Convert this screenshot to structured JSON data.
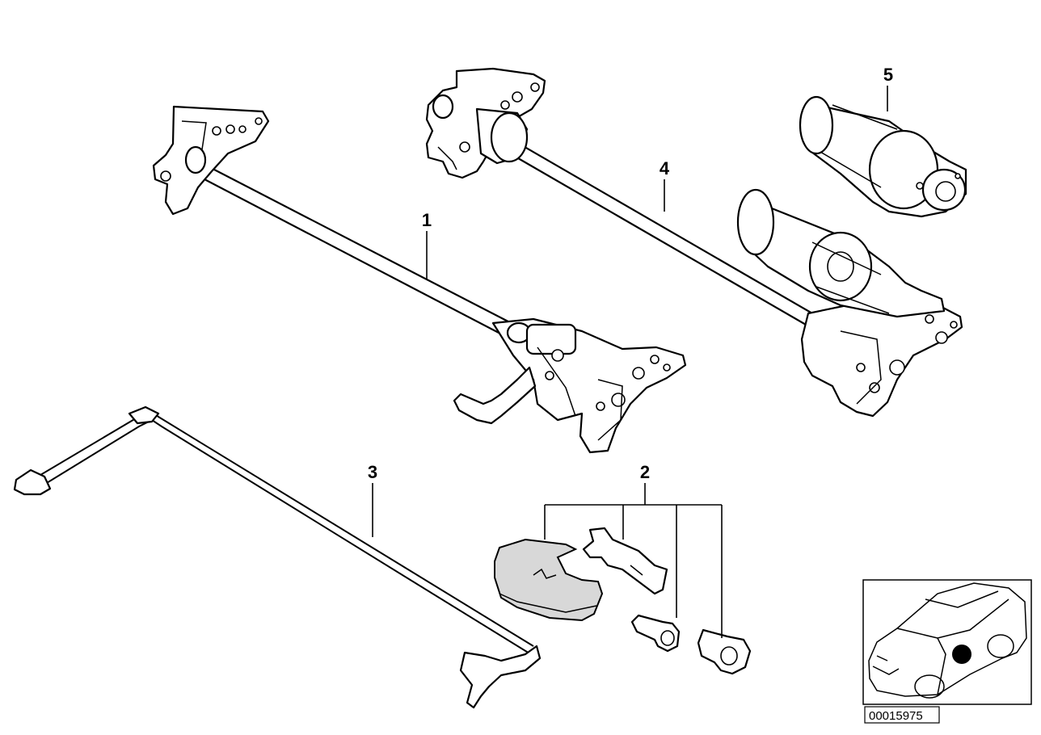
{
  "callouts": [
    {
      "id": "1",
      "text": "1"
    },
    {
      "id": "2",
      "text": "2"
    },
    {
      "id": "3",
      "text": "3"
    },
    {
      "id": "4",
      "text": "4"
    },
    {
      "id": "5",
      "text": "5"
    }
  ],
  "diagram_code": "00015975",
  "icons": {
    "car_locator": "car-position-icon",
    "marker_color": "#000000"
  }
}
